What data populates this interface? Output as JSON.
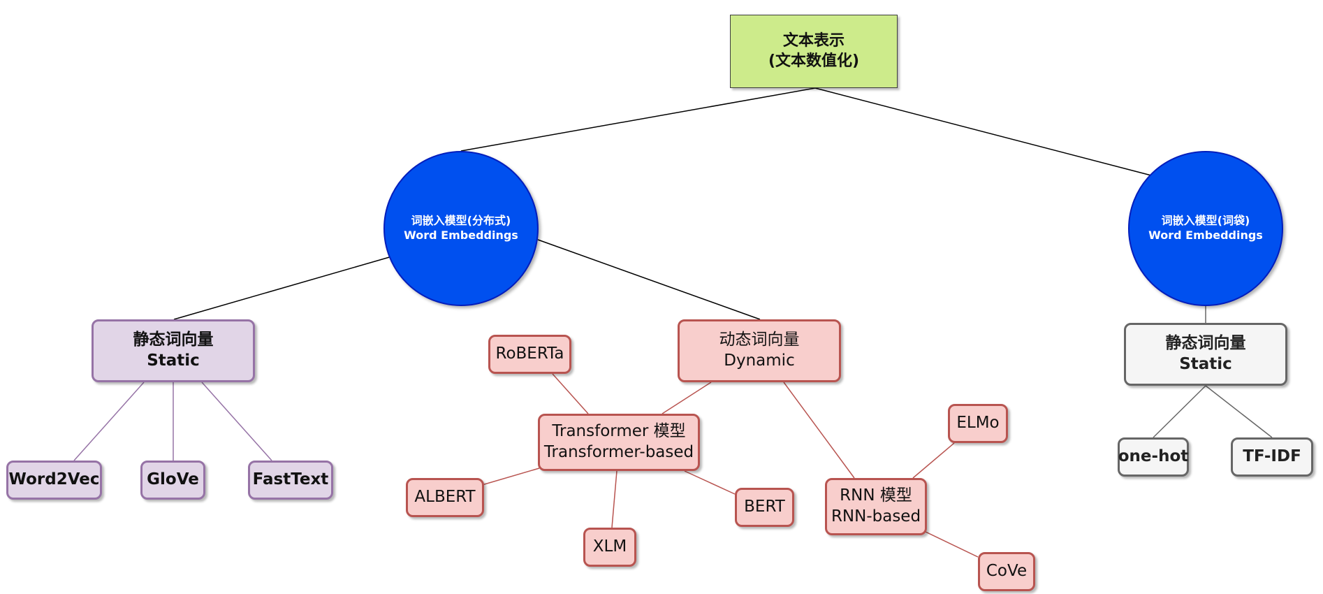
{
  "root": {
    "line1": "文本表示",
    "line2": "(文本数值化)"
  },
  "distributed": {
    "line1": "词嵌入模型(分布式)",
    "line2": "Word Embeddings"
  },
  "bag_of_words": {
    "line1": "词嵌入模型(词袋)",
    "line2": "Word Embeddings"
  },
  "static_left": {
    "line1": "静态词向量",
    "line2": "Static"
  },
  "dynamic": {
    "line1": "动态词向量",
    "line2": "Dynamic"
  },
  "static_right": {
    "line1": "静态词向量",
    "line2": "Static"
  },
  "transformer": {
    "line1": "Transformer 模型",
    "line2": "Transformer-based"
  },
  "rnn": {
    "line1": "RNN 模型",
    "line2": "RNN-based"
  },
  "leaves": {
    "word2vec": "Word2Vec",
    "glove": "GloVe",
    "fasttext": "FastText",
    "roberta": "RoBERTa",
    "albert": "ALBERT",
    "xlm": "XLM",
    "bert": "BERT",
    "elmo": "ELMo",
    "cove": "CoVe",
    "onehot": "one-hot",
    "tfidf": "TF-IDF"
  },
  "colors": {
    "root_fill": "#cdeb8b",
    "circle_fill": "#0050ef",
    "purple_fill": "#e1d5e7",
    "purple_stroke": "#9673a6",
    "pink_fill": "#f8cecc",
    "pink_stroke": "#b85450",
    "gray_fill": "#f5f5f5",
    "gray_stroke": "#666666"
  }
}
